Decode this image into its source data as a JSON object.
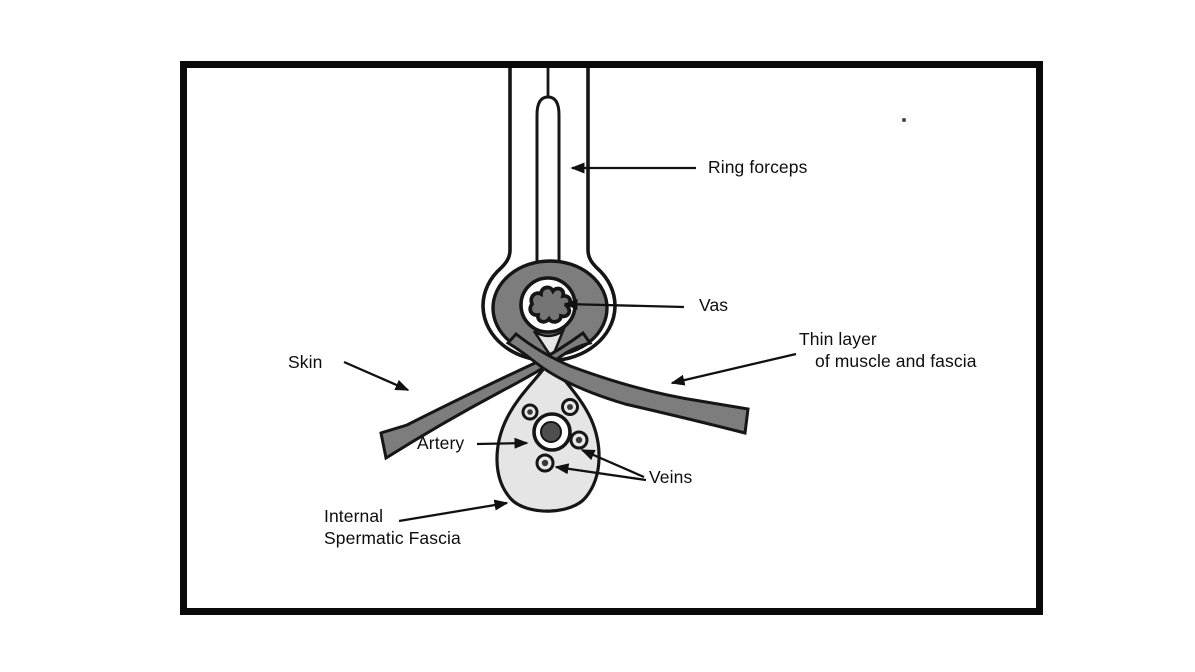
{
  "diagram": {
    "labels": {
      "ring_forceps": "Ring forceps",
      "vas": "Vas",
      "skin": "Skin",
      "thin_layer_line1": "Thin layer",
      "thin_layer_line2": "of muscle and fascia",
      "artery": "Artery",
      "veins": "Veins",
      "internal_spermatic_fascia_line1": "Internal",
      "internal_spermatic_fascia_line2": "Spermatic Fascia"
    },
    "colors": {
      "outline": "#161616",
      "skin_muscle_gray": "#7d7d7d",
      "fascia_sac_gray": "#e5e5e5",
      "artery_lumen_gray": "#4f4f4f",
      "vein_dot_gray": "#383838",
      "frame_border": "#0a0a0a",
      "background": "#ffffff"
    }
  }
}
